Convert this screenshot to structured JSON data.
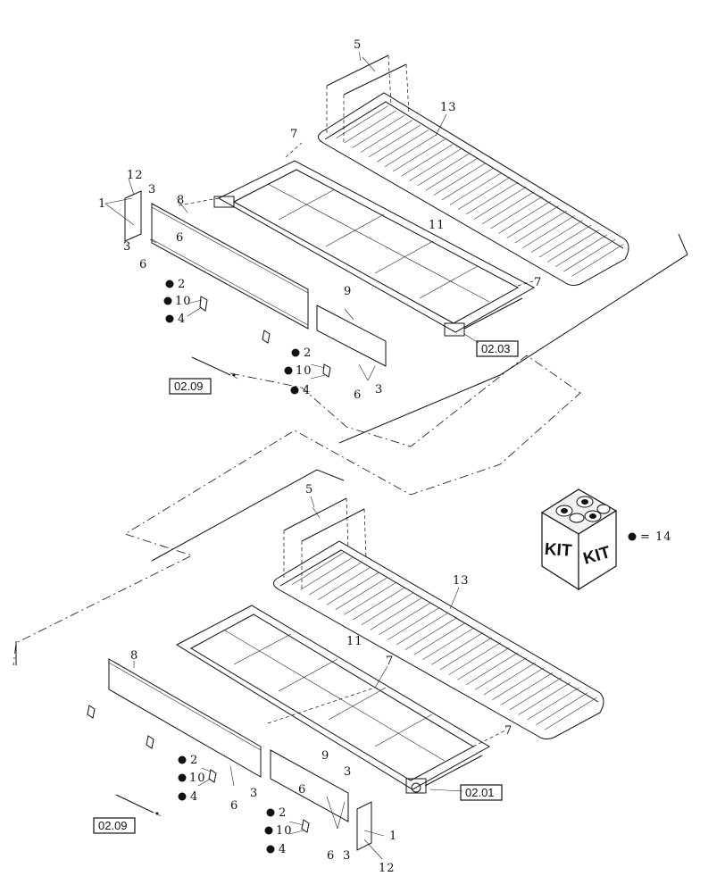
{
  "references": {
    "upper_conveyor": "02.03",
    "lower_conveyor": "02.01",
    "upper_hydraulic": "02.09",
    "lower_hydraulic": "02.09"
  },
  "kit": {
    "label_left": "KIT",
    "label_right": "KIT",
    "legend": "= 14"
  },
  "callouts_upper": {
    "belt_bracket": "5",
    "belt": "13",
    "frame_left": "7",
    "frame_right": "7",
    "frame": "11",
    "end_plate": "12",
    "plate_bolts": "1",
    "upper_3": "3",
    "upper_6": "6",
    "side_3": "3",
    "side_6": "6",
    "side_panel": "8",
    "bolt_a": "2",
    "bolt_b": "10",
    "bolt_c": "4",
    "front_panel": "9",
    "front_bolt_a": "2",
    "front_bolt_b": "10",
    "front_bolt_c": "4",
    "front_6": "6",
    "front_3": "3"
  },
  "callouts_lower": {
    "belt_bracket": "5",
    "belt": "13",
    "frame": "11",
    "frame_left": "7",
    "frame_right": "7",
    "side_panel": "8",
    "front_panel": "9",
    "bolt_a": "2",
    "bolt_b": "10",
    "bolt_c": "4",
    "side_6": "6",
    "side_3": "3",
    "mid_6": "6",
    "mid_3": "3",
    "front_bolt_a": "2",
    "front_bolt_b": "10",
    "front_bolt_c": "4",
    "front_6": "6",
    "front_3": "3",
    "plate_bolts": "1",
    "end_plate": "12"
  }
}
